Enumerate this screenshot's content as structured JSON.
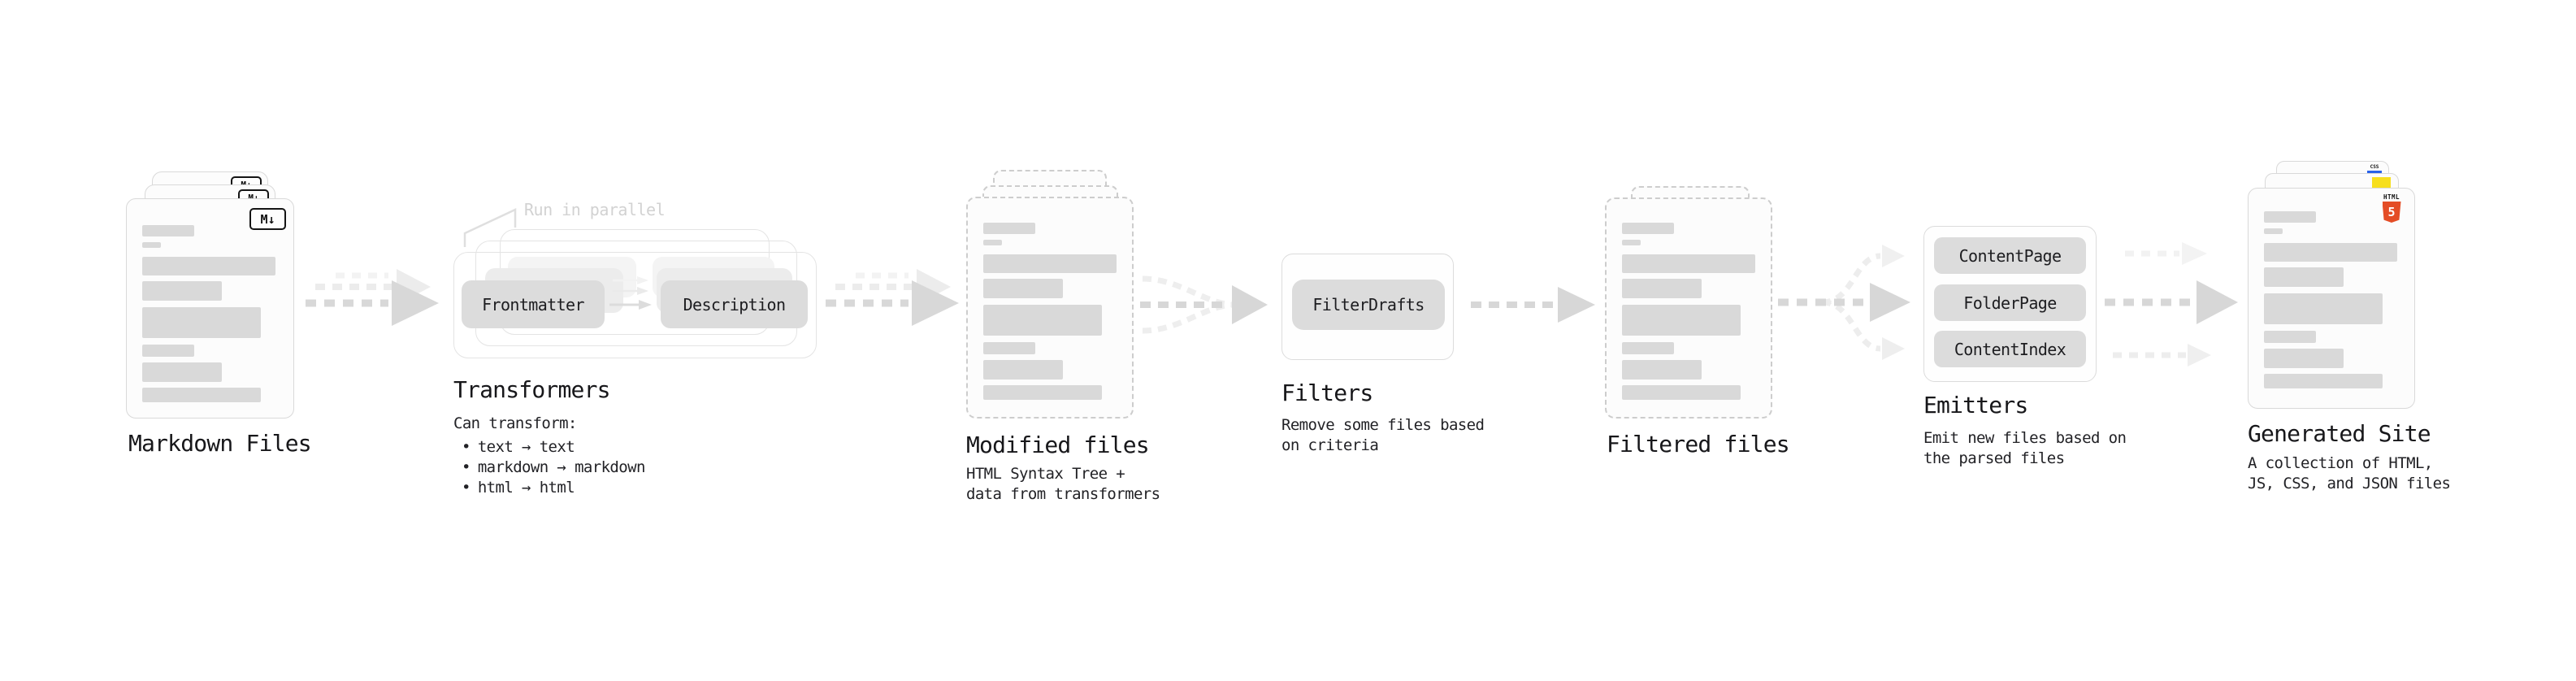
{
  "markdown_files": {
    "label": "Markdown Files",
    "badge": "M↓"
  },
  "transformers": {
    "annotation": "Run in parallel",
    "pill_frontmatter": "Frontmatter",
    "pill_description": "Description",
    "label": "Transformers",
    "desc_title": "Can transform:",
    "bullet": "•",
    "bullets": [
      "text → text",
      "markdown → markdown",
      "html → html"
    ]
  },
  "modified_files": {
    "label": "Modified files",
    "description": "HTML Syntax Tree +\ndata from transformers"
  },
  "filters": {
    "pill": "FilterDrafts",
    "label": "Filters",
    "description": "Remove some files based\non criteria"
  },
  "filtered_files": {
    "label": "Filtered files"
  },
  "emitters": {
    "pills": [
      "ContentPage",
      "FolderPage",
      "ContentIndex"
    ],
    "label": "Emitters",
    "description": "Emit new files based on\nthe parsed files"
  },
  "generated_site": {
    "label": "Generated Site",
    "description": "A collection of HTML,\nJS, CSS, and JSON files",
    "css_badge": "CSS",
    "html_logo_text": "HTML",
    "html_logo_number": "5"
  },
  "colors": {
    "html5_orange": "#e44d26",
    "js_yellow": "#f7df1e",
    "css_blue": "#2862e9",
    "skeleton_gray": "#d9d9d9",
    "arrow_gray": "#d8d8d8"
  }
}
